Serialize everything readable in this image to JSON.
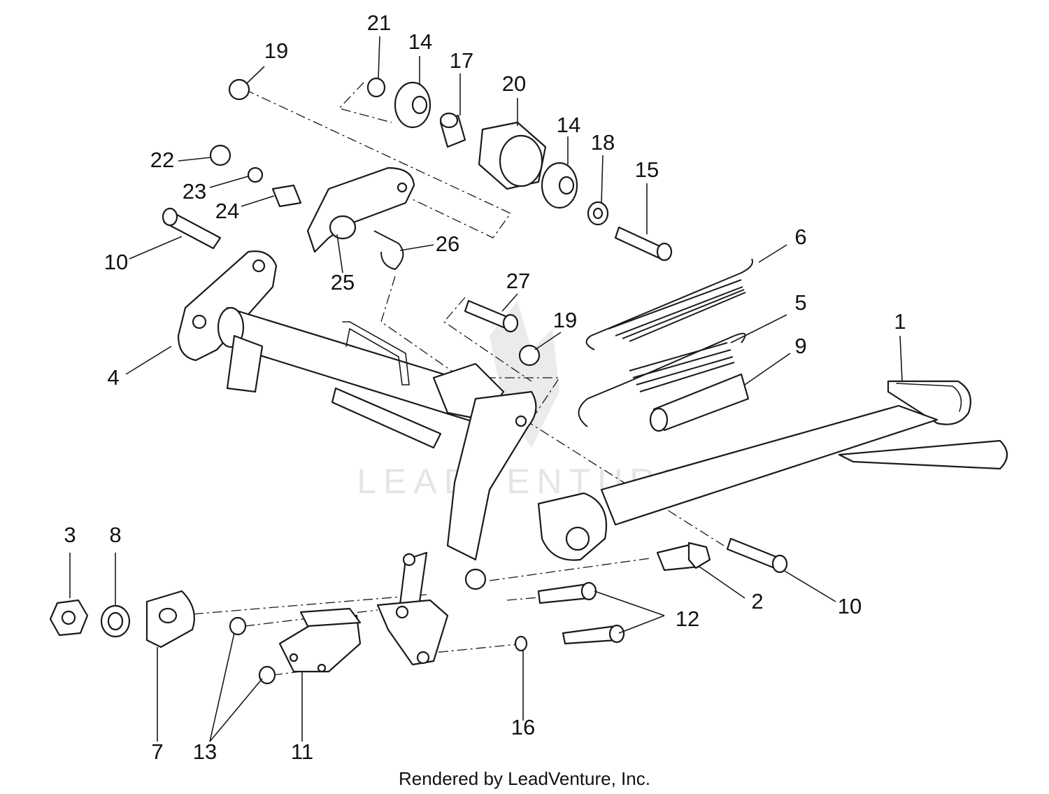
{
  "watermark": {
    "text": "LEADVENTURE"
  },
  "credit": "Rendered by LeadVenture, Inc.",
  "callouts": [
    {
      "id": "c1",
      "text": "1"
    },
    {
      "id": "c2",
      "text": "2"
    },
    {
      "id": "c3",
      "text": "3"
    },
    {
      "id": "c4",
      "text": "4"
    },
    {
      "id": "c5",
      "text": "5"
    },
    {
      "id": "c6",
      "text": "6"
    },
    {
      "id": "c7",
      "text": "7"
    },
    {
      "id": "c8",
      "text": "8"
    },
    {
      "id": "c9",
      "text": "9"
    },
    {
      "id": "c10a",
      "text": "10"
    },
    {
      "id": "c10b",
      "text": "10"
    },
    {
      "id": "c11",
      "text": "11"
    },
    {
      "id": "c12",
      "text": "12"
    },
    {
      "id": "c13",
      "text": "13"
    },
    {
      "id": "c14a",
      "text": "14"
    },
    {
      "id": "c14b",
      "text": "14"
    },
    {
      "id": "c15",
      "text": "15"
    },
    {
      "id": "c16",
      "text": "16"
    },
    {
      "id": "c17",
      "text": "17"
    },
    {
      "id": "c18",
      "text": "18"
    },
    {
      "id": "c19a",
      "text": "19"
    },
    {
      "id": "c19b",
      "text": "19"
    },
    {
      "id": "c20",
      "text": "20"
    },
    {
      "id": "c21",
      "text": "21"
    },
    {
      "id": "c22",
      "text": "22"
    },
    {
      "id": "c23",
      "text": "23"
    },
    {
      "id": "c24",
      "text": "24"
    },
    {
      "id": "c25",
      "text": "25"
    },
    {
      "id": "c26",
      "text": "26"
    },
    {
      "id": "c27",
      "text": "27"
    }
  ]
}
